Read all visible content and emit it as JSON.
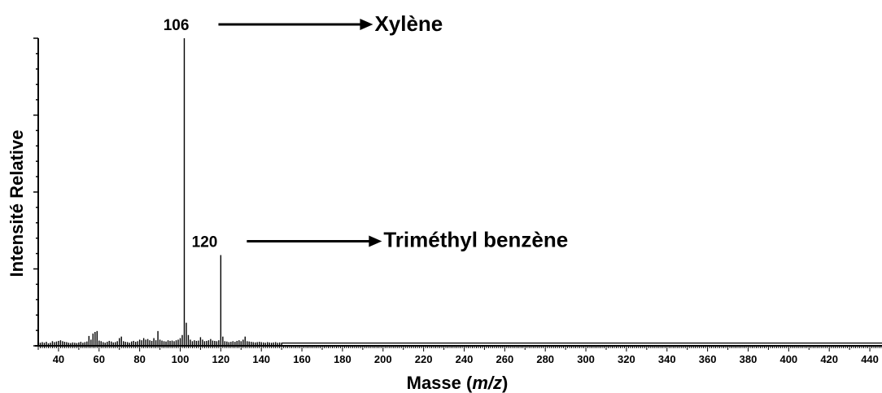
{
  "chart_data": {
    "type": "bar",
    "subtype": "mass-spectrum",
    "xlabel_prefix": "Masse (",
    "xlabel_italic": "m/z",
    "xlabel_suffix": ")",
    "ylabel": "Intensité Relative",
    "xlim": [
      30,
      446
    ],
    "ylim": [
      0,
      100
    ],
    "x_ticks": [
      "40",
      "60",
      "80",
      "100",
      "120",
      "140",
      "160",
      "180",
      "200",
      "220",
      "240",
      "260",
      "280",
      "300",
      "320",
      "340",
      "360",
      "380",
      "400",
      "420",
      "440"
    ],
    "grid": false,
    "legend": "none",
    "x": [
      30,
      31,
      32,
      33,
      34,
      35,
      36,
      37,
      38,
      39,
      40,
      41,
      42,
      43,
      44,
      45,
      46,
      47,
      48,
      49,
      50,
      51,
      52,
      53,
      54,
      55,
      56,
      57,
      58,
      59,
      60,
      61,
      62,
      63,
      64,
      65,
      66,
      67,
      68,
      69,
      70,
      71,
      72,
      73,
      74,
      75,
      76,
      77,
      78,
      79,
      80,
      81,
      82,
      83,
      84,
      85,
      86,
      87,
      88,
      89,
      90,
      91,
      92,
      93,
      94,
      95,
      96,
      97,
      98,
      99,
      100,
      101,
      102,
      103,
      104,
      105,
      106,
      107,
      108,
      109,
      110,
      111,
      112,
      113,
      114,
      115,
      116,
      117,
      118,
      119,
      120,
      121,
      122,
      123,
      124,
      125,
      126,
      127,
      128,
      129,
      130,
      131,
      132,
      133,
      134,
      135,
      136,
      137,
      138,
      139,
      140,
      141,
      142,
      143,
      144,
      145,
      146,
      147,
      148,
      149,
      150
    ],
    "values": [
      2.5,
      1.0,
      1.2,
      1.0,
      1.3,
      0.8,
      1.0,
      1.5,
      1.2,
      1.4,
      1.6,
      1.8,
      1.5,
      1.3,
      1.2,
      1.0,
      0.9,
      1.1,
      1.0,
      0.9,
      1.1,
      1.3,
      1.0,
      1.2,
      1.4,
      3.2,
      2.0,
      4.0,
      4.5,
      4.8,
      1.7,
      1.5,
      1.2,
      1.0,
      1.3,
      1.6,
      1.4,
      1.1,
      1.2,
      1.5,
      2.5,
      3.0,
      1.5,
      1.3,
      1.2,
      1.0,
      1.4,
      1.6,
      1.3,
      1.5,
      2.0,
      1.8,
      2.5,
      2.0,
      2.2,
      1.8,
      1.6,
      2.5,
      1.8,
      4.8,
      2.0,
      1.7,
      1.5,
      1.4,
      1.8,
      1.6,
      1.7,
      1.5,
      1.8,
      2.0,
      2.5,
      3.5,
      100,
      7.5,
      3.5,
      2.0,
      1.5,
      1.8,
      1.6,
      1.7,
      2.8,
      2.0,
      1.5,
      1.6,
      1.8,
      2.2,
      1.7,
      1.6,
      1.5,
      1.8,
      29.5,
      3.0,
      1.5,
      1.4,
      1.2,
      1.3,
      1.5,
      1.3,
      1.6,
      1.8,
      1.5,
      2.0,
      3.0,
      1.5,
      1.4,
      1.3,
      1.2,
      1.1,
      1.2,
      1.3,
      1.2,
      1.1,
      1.0,
      1.2,
      1.1,
      1.0,
      1.1,
      1.2,
      1.0,
      1.1,
      1.0
    ],
    "baseline_noise": 0.9,
    "annotations": [
      {
        "mz_label": "106",
        "compound": "Xylène",
        "x": 106,
        "y": 100
      },
      {
        "mz_label": "120",
        "compound": "Triméthyl benzène",
        "x": 120,
        "y": 29.5
      }
    ]
  }
}
